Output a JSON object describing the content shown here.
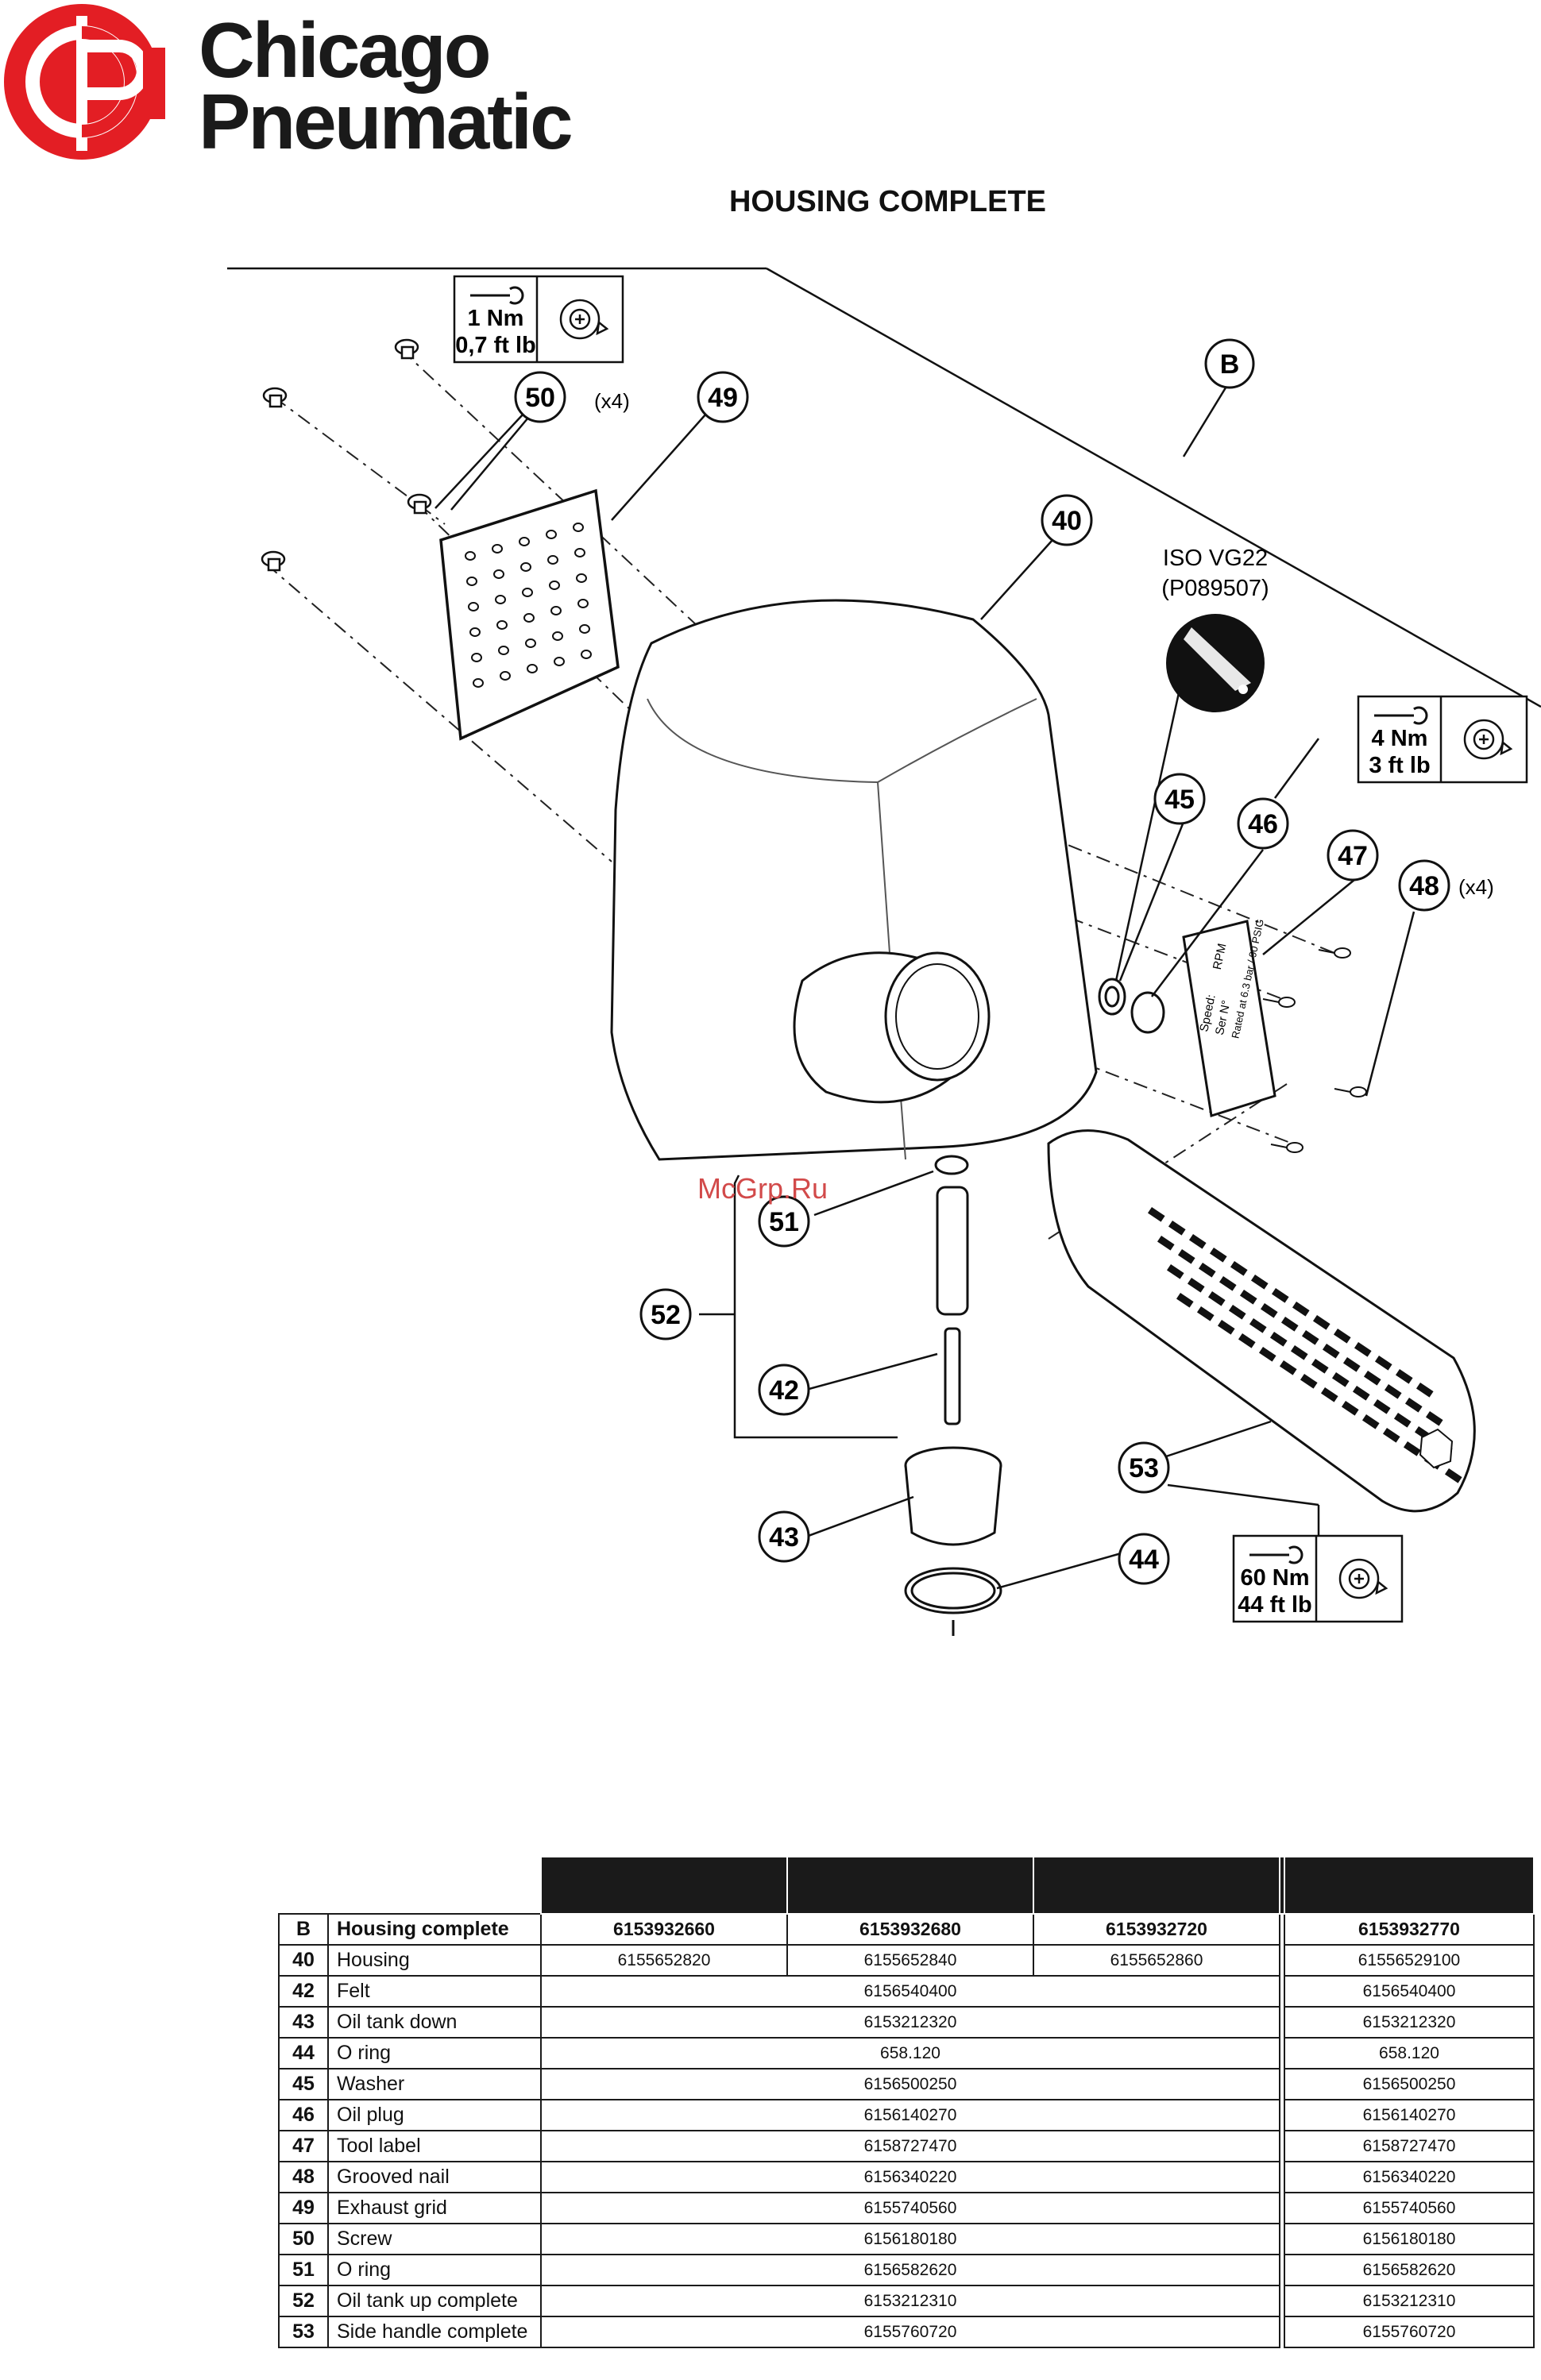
{
  "brand": {
    "line1": "Chicago",
    "line2": "Pneumatic",
    "logo_color": "#e31e24"
  },
  "page": {
    "title": "HOUSING COMPLETE",
    "watermark": "McGrp.Ru"
  },
  "diagram": {
    "group_label": "B",
    "callouts": [
      "50",
      "49",
      "40",
      "45",
      "46",
      "47",
      "48",
      "51",
      "52",
      "42",
      "53",
      "43",
      "44"
    ],
    "qty_50": "(x4)",
    "qty_48": "(x4)",
    "oil_spec_line1": "ISO VG22",
    "oil_spec_line2": "(P089507)",
    "torque": [
      {
        "nm": "1 Nm",
        "ftlb": "0,7 ft lb"
      },
      {
        "nm": "4 Nm",
        "ftlb": "3 ft lb"
      },
      {
        "nm": "60 Nm",
        "ftlb": "44 ft lb"
      }
    ],
    "label_plate_text": [
      "Speed:",
      "RPM",
      "Ser N°",
      "Rated at 6.3 bar / 90 PSIG"
    ]
  },
  "table": {
    "group_ref": "B",
    "group_desc": "Housing complete",
    "model_numbers": [
      "6153932660",
      "6153932680",
      "6153932720",
      "6153932770"
    ],
    "rows": [
      {
        "ref": "40",
        "desc": "Housing",
        "cols": [
          "6155652820",
          "6155652840",
          "6155652860"
        ],
        "last": "6155652910",
        "last_alt": "61556529100"
      },
      {
        "ref": "42",
        "desc": "Felt",
        "shared": "6156540400",
        "last": "6156540400"
      },
      {
        "ref": "43",
        "desc": "Oil tank down",
        "shared": "6153212320",
        "last": "6153212320"
      },
      {
        "ref": "44",
        "desc": "O ring",
        "shared": "658.120",
        "last": "658.120"
      },
      {
        "ref": "45",
        "desc": "Washer",
        "shared": "6156500250",
        "last": "6156500250"
      },
      {
        "ref": "46",
        "desc": "Oil plug",
        "shared": "6156140270",
        "last": "6156140270"
      },
      {
        "ref": "47",
        "desc": "Tool label",
        "shared": "6158727470",
        "last": "6158727470"
      },
      {
        "ref": "48",
        "desc": "Grooved nail",
        "shared": "6156340220",
        "last": "6156340220"
      },
      {
        "ref": "49",
        "desc": "Exhaust grid",
        "shared": "6155740560",
        "last": "6155740560"
      },
      {
        "ref": "50",
        "desc": "Screw",
        "shared": "6156180180",
        "last": "6156180180"
      },
      {
        "ref": "51",
        "desc": "O ring",
        "shared": "6156582620",
        "last": "6156582620"
      },
      {
        "ref": "52",
        "desc": "Oil tank up complete",
        "shared": "6153212310",
        "last": "6153212310"
      },
      {
        "ref": "53",
        "desc": "Side handle complete",
        "shared": "6155760720",
        "last": "6155760720"
      }
    ]
  }
}
